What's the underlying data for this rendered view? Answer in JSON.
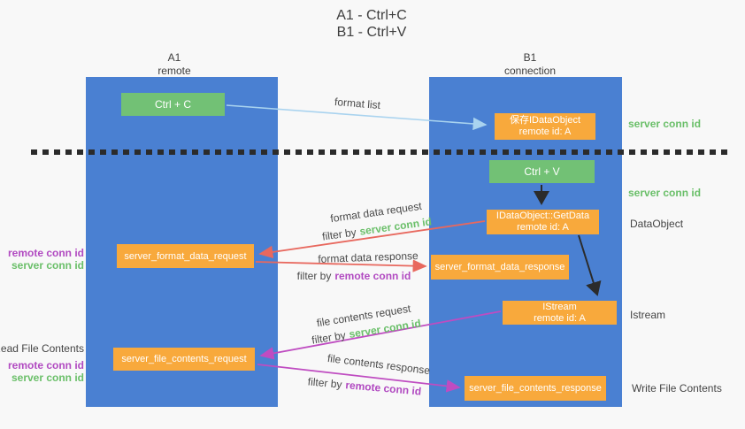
{
  "title": {
    "line1": "A1 - Ctrl+C",
    "line2": "B1 - Ctrl+V"
  },
  "lanes": {
    "left": {
      "name": "A1",
      "role": "remote"
    },
    "right": {
      "name": "B1",
      "role": "connection"
    }
  },
  "boxes": {
    "ctrl_c": {
      "label": "Ctrl + C"
    },
    "ctrl_v": {
      "label": "Ctrl + V"
    },
    "save_idataobject": {
      "line1": "保存IDataObject",
      "line2": "remote id: A"
    },
    "getdata": {
      "line1": "IDataObject::GetData",
      "line2": "remote id: A"
    },
    "istream": {
      "line1": "IStream",
      "line2": "remote id: A"
    },
    "format_request": {
      "label": "server_format_data_request"
    },
    "format_response": {
      "label": "server_format_data_response"
    },
    "file_request": {
      "label": "server_file_contents_request"
    },
    "file_response": {
      "label": "server_file_contents_response"
    }
  },
  "flow_labels": {
    "format_list": "format list",
    "format_data_request": "format data request",
    "format_data_response": "format data response",
    "file_contents_request": "file contents request",
    "file_contents_response": "file contents response",
    "filter_by": "filter by",
    "server_conn_id": "server conn id",
    "remote_conn_id": "remote conn id"
  },
  "side_labels": {
    "right_server_conn_id_top": "server conn id",
    "right_server_conn_id_mid": "server conn id",
    "dataobject": "DataObject",
    "istream": "Istream",
    "write_file_contents": "Write File Contents",
    "read_file_contents": "Read File Contents",
    "left_remote_conn_id_top": "remote conn id",
    "left_server_conn_id_top": "server conn id",
    "left_remote_conn_id_bottom": "remote conn id",
    "left_server_conn_id_bottom": "server conn id"
  },
  "colors": {
    "background": "#f8f8f8",
    "lane_blue": "#4a80d2",
    "box_green": "#72c175",
    "box_orange": "#f8a93c",
    "text_green": "#6abf69",
    "text_purple": "#b14ac1",
    "arrow_red": "#e8685e",
    "arrow_magenta": "#bf4cc1",
    "arrow_lightblue": "#a9d3ef",
    "arrow_black": "#2b2b2b"
  }
}
